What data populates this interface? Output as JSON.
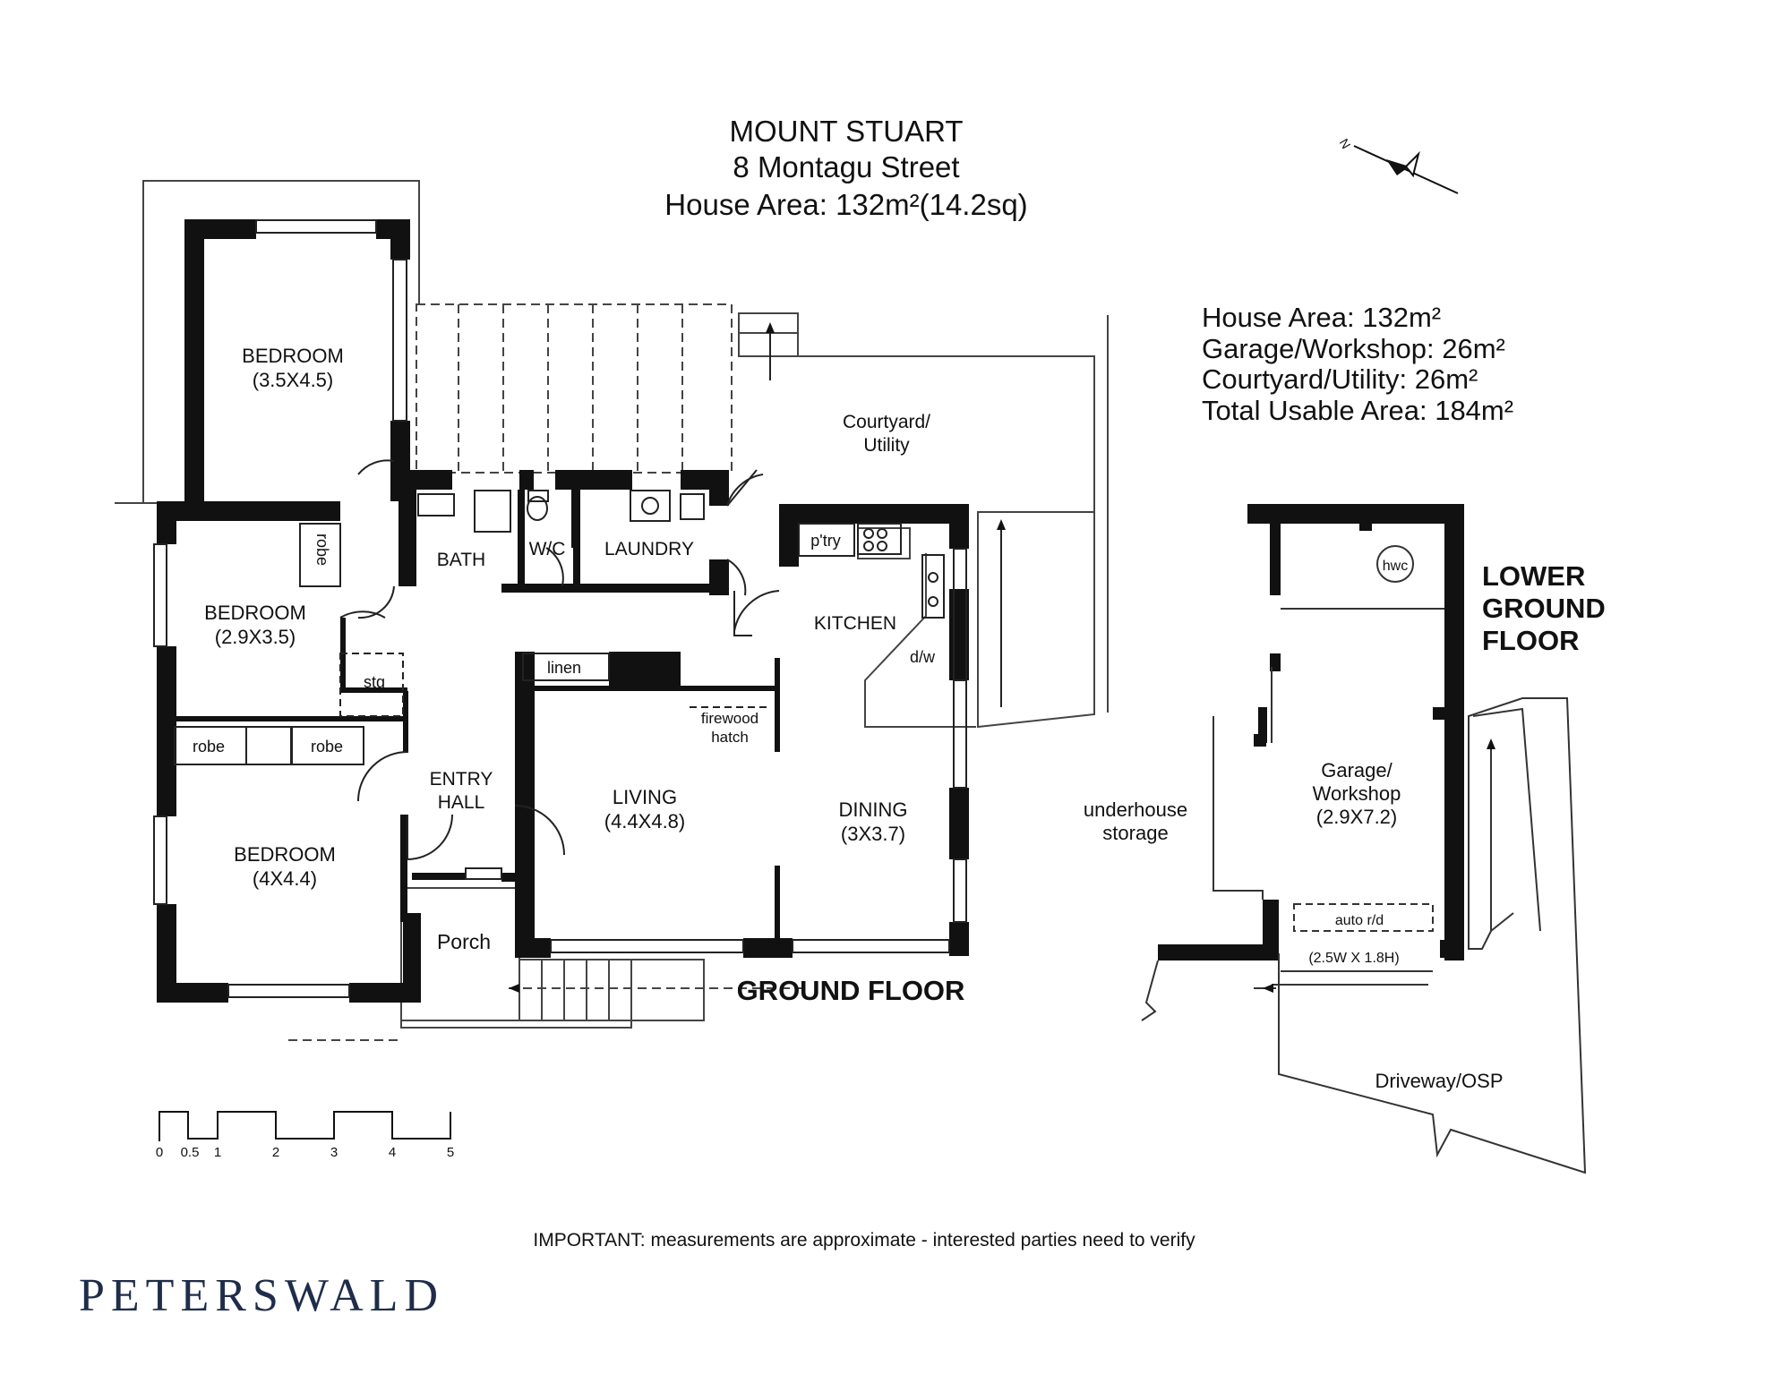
{
  "title": {
    "suburb": "MOUNT STUART",
    "address": "8 Montagu Street",
    "house_area": "House Area: 132m²(14.2sq)"
  },
  "areas": {
    "house": "House Area: 132m²",
    "garage": "Garage/Workshop: 26m²",
    "courtyard": "Courtyard/Utility: 26m²",
    "total": "Total Usable Area: 184m²"
  },
  "rooms": {
    "bedroom1": {
      "name": "BEDROOM",
      "size": "(3.5X4.5)"
    },
    "bedroom2": {
      "name": "BEDROOM",
      "size": "(2.9X3.5)"
    },
    "bedroom3": {
      "name": "BEDROOM",
      "size": "(4X4.4)"
    },
    "bath": "BATH",
    "wc": "W/C",
    "laundry": "LAUNDRY",
    "robe": "robe",
    "stg": "stg",
    "linen": "linen",
    "pantry": "p'try",
    "kitchen": "KITCHEN",
    "dw": "d/w",
    "firewood": {
      "line1": "firewood",
      "line2": "hatch"
    },
    "entry": {
      "line1": "ENTRY",
      "line2": "HALL"
    },
    "living": {
      "name": "LIVING",
      "size": "(4.4X4.8)"
    },
    "dining": {
      "name": "DINING",
      "size": "(3X3.7)"
    },
    "porch": "Porch",
    "courtyard": {
      "line1": "Courtyard/",
      "line2": "Utility"
    },
    "underhouse": {
      "line1": "underhouse",
      "line2": "storage"
    },
    "garage": {
      "line1": "Garage/",
      "line2": "Workshop",
      "size": "(2.9X7.2)"
    },
    "hwc": "hwc",
    "auto_door": "auto r/d",
    "door_size": "(2.5W X 1.8H)",
    "driveway": "Driveway/OSP"
  },
  "floor_labels": {
    "ground": "GROUND FLOOR",
    "lower_1": "LOWER",
    "lower_2": "GROUND",
    "lower_3": "FLOOR"
  },
  "compass": {
    "letter": "N"
  },
  "scale": {
    "ticks": [
      "0",
      "0.5",
      "1",
      "2",
      "3",
      "4",
      "5"
    ]
  },
  "disclaimer": "IMPORTANT: measurements are approximate - interested parties need to verify",
  "brand": "PETERSWALD",
  "colors": {
    "wall": "#111111",
    "brand": "#1f2d4a"
  }
}
